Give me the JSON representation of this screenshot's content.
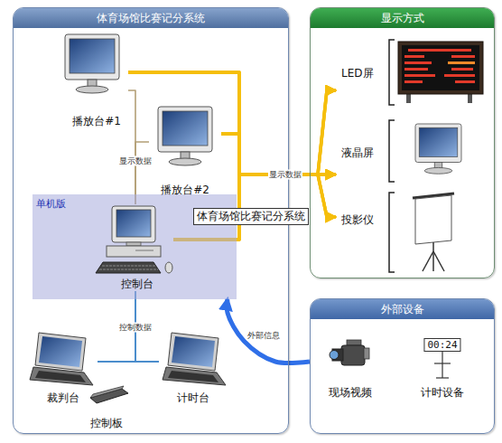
{
  "diagram": {
    "nodes": [
      {
        "text": [
          "体育场馆比赛记分系统"
        ]
      },
      {
        "text": [
          "播放台#1"
        ],
        "in": 0
      },
      {
        "text": [
          "播放台#2"
        ],
        "in": 0
      },
      {
        "text": [
          "单机版"
        ],
        "in": 0
      },
      {
        "text": [
          "控制台"
        ],
        "in": 3
      },
      {
        "text": [
          "体育场馆比赛记分系统"
        ]
      },
      {
        "text": [
          "裁判台"
        ],
        "in": 0
      },
      {
        "text": [
          "控制板"
        ],
        "in": 0
      },
      {
        "text": [
          "计时台"
        ],
        "in": 0
      },
      {
        "text": [
          "显示方式"
        ]
      },
      {
        "text": [
          "LED屏"
        ],
        "in": 9
      },
      {
        "text": [
          "液晶屏"
        ],
        "in": 9
      },
      {
        "text": [
          "投影仪"
        ],
        "in": 9
      },
      {
        "text": [
          "外部设备"
        ]
      },
      {
        "text": [
          "现场视频"
        ],
        "in": 13
      },
      {
        "text": [
          "00:24",
          "计时设备"
        ],
        "in": 13
      }
    ],
    "edges": [
      {
        "from": 4,
        "to": 1,
        "arrow": "none",
        "label": "显示数据"
      },
      {
        "from": 4,
        "to": 2,
        "arrow": "none"
      },
      {
        "from": 1,
        "to": 10,
        "arrow": "to",
        "label": "显示数据"
      },
      {
        "from": 1,
        "to": 11,
        "arrow": "to"
      },
      {
        "from": 1,
        "to": 12,
        "arrow": "to"
      },
      {
        "from": 2,
        "to": 10,
        "arrow": "to"
      },
      {
        "from": 2,
        "to": 11,
        "arrow": "to"
      },
      {
        "from": 2,
        "to": 12,
        "arrow": "to"
      },
      {
        "from": 4,
        "to": 10,
        "arrow": "to"
      },
      {
        "from": 4,
        "to": 11,
        "arrow": "to"
      },
      {
        "from": 4,
        "to": 12,
        "arrow": "to"
      },
      {
        "from": 6,
        "to": 4,
        "arrow": "none",
        "label": "控制数据"
      },
      {
        "from": 8,
        "to": 4,
        "arrow": "none"
      },
      {
        "from": 13,
        "to": 3,
        "arrow": "to",
        "label": "外部信息"
      }
    ]
  }
}
